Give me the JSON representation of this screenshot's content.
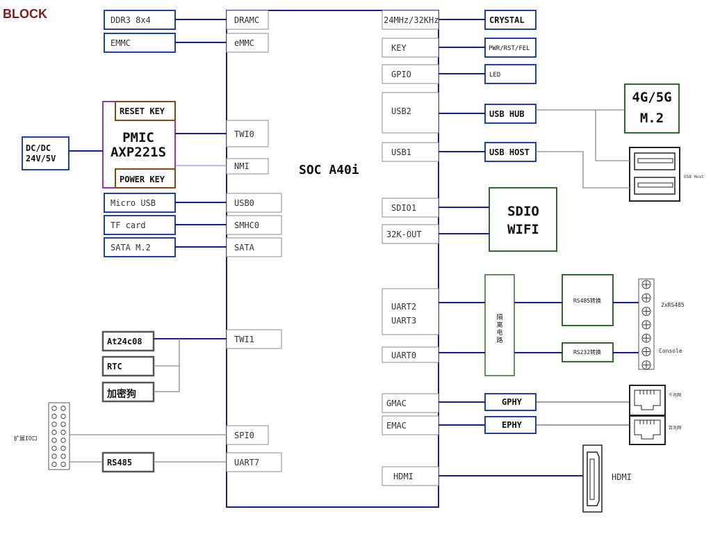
{
  "title": "BLOCK",
  "soc": {
    "label": "SOC A40i"
  },
  "left_devices": {
    "ddr3": "DDR3 8x4",
    "emmc": "EMMC",
    "pmic_line1": "PMIC",
    "pmic_line2": "AXP221S",
    "reset_key": "RESET KEY",
    "power_key": "POWER KEY",
    "dcdc_line1": "DC/DC",
    "dcdc_line2": "24V/5V",
    "micro_usb": "Micro USB",
    "tf_card": "TF card",
    "sata_m2": "SATA M.2",
    "at24c08": "At24c08",
    "rtc": "RTC",
    "dongle": "加密狗",
    "expansion_io": "扩展IO口",
    "rs485": "RS485"
  },
  "left_ports": {
    "dramc": "DRAMC",
    "emmc": "eMMC",
    "twi0": "TWI0",
    "nmi": "NMI",
    "usb0": "USB0",
    "smhc0": "SMHC0",
    "sata": "SATA",
    "twi1": "TWI1",
    "spi0": "SPI0",
    "uart7": "UART7"
  },
  "right_ports": {
    "clock": "24MHz/32KHz",
    "key": "KEY",
    "gpio": "GPIO",
    "usb2": "USB2",
    "usb1": "USB1",
    "sdio1": "SDIO1",
    "out32k": "32K-OUT",
    "uart2": "UART2",
    "uart3": "UART3",
    "uart0": "UART0",
    "gmac": "GMAC",
    "emac": "EMAC",
    "hdmi": "HDMI"
  },
  "right_devices": {
    "crystal": "CRYSTAL",
    "pwr_rst_fel": "PWR/RST/FEL",
    "led": "LED",
    "usb_hub": "USB HUB",
    "usb_host": "USB HOST",
    "m2_line1": "4G/5G",
    "m2_line2": "M.2",
    "usb_host_port": "USB Host",
    "wifi_line1": "SDIO",
    "wifi_line2": "WIFI",
    "isolation": [
      "隔",
      "离",
      "电",
      "路"
    ],
    "rs485_conv": "RS485转换",
    "rs232_conv": "RS232转换",
    "rs485_ports": "2xRS485",
    "console": "Console",
    "gphy": "GPHY",
    "ephy": "EPHY",
    "gigabit_port": "千兆网",
    "fast_port": "百兆网",
    "hdmi_connector": "HDMI"
  }
}
